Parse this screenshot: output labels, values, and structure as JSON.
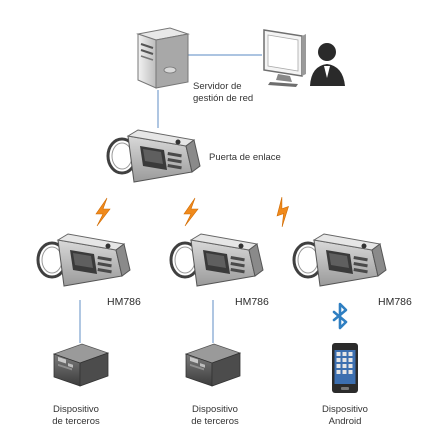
{
  "diagram": {
    "server_label": [
      "Servidor de",
      "gestión de red"
    ],
    "gateway_label": "Puerta de enlace",
    "radios": [
      {
        "model": "HM786"
      },
      {
        "model": "HM786"
      },
      {
        "model": "HM786"
      }
    ],
    "devices": [
      {
        "label": [
          "Dispositivo",
          "de terceros"
        ]
      },
      {
        "label": [
          "Dispositivo",
          "de terceros"
        ]
      },
      {
        "label": [
          "Dispositivo",
          "Android"
        ]
      }
    ],
    "colors": {
      "line": "#7aa1cf",
      "lightning": "#f08a1c",
      "bluetooth": "#2f7fc2",
      "device_gray": "#8c8c8c"
    },
    "icons": [
      "server-icon",
      "monitor-icon",
      "user-icon",
      "radio-icon",
      "lightning-icon",
      "bluetooth-icon",
      "terminal-box-icon",
      "android-phone-icon"
    ]
  }
}
